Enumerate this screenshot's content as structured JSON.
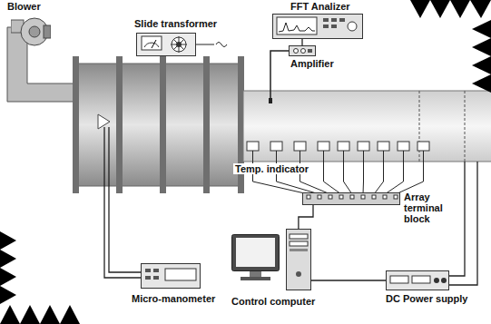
{
  "diagram": {
    "nodes": [
      {
        "text": [
          "Blower"
        ]
      },
      {
        "text": [
          "Slide transformer"
        ]
      },
      {
        "text": [
          "FFT Analizer"
        ]
      },
      {
        "text": [
          "Amplifier"
        ]
      },
      {
        "text": [
          "Array terminal block"
        ]
      },
      {
        "text": [
          "Micro-manometer"
        ]
      },
      {
        "text": [
          "Control computer"
        ]
      },
      {
        "text": [
          "DC Power supply"
        ]
      }
    ],
    "edges": [
      {
        "from": 2,
        "to": 3,
        "arrow": "none"
      },
      {
        "from": 6,
        "to": 4,
        "arrow": "none"
      },
      {
        "from": 6,
        "to": 7,
        "arrow": "none"
      }
    ],
    "labels": [
      "Temp. indicator"
    ]
  }
}
